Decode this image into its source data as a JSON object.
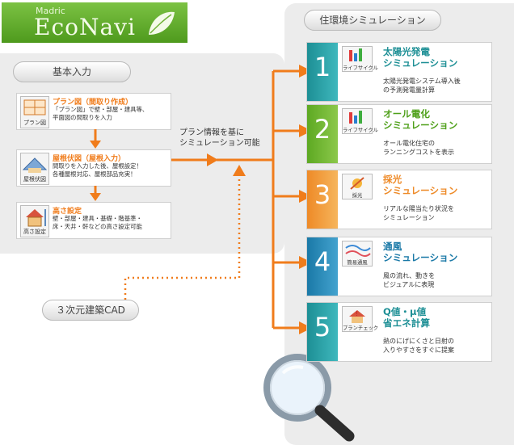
{
  "logo": {
    "brand_top": "Madric",
    "brand_main": "EcoNavi"
  },
  "left_panel": {
    "title": "基本入力",
    "boxes": [
      {
        "icon_caption": "プラン図",
        "title": "プラン図（間取り作成）",
        "lines": [
          "「プラン図」で壁・部屋・建具等、",
          "平面図の間取りを入力"
        ]
      },
      {
        "icon_caption": "屋根伏図",
        "title": "屋根伏図（屋根入力）",
        "lines": [
          "間取りを入力した後、屋根設定！",
          "各種屋根対応、屋根部品充実！"
        ]
      },
      {
        "icon_caption": "高さ設定",
        "title": "高さ設定",
        "lines": [
          "壁・部屋・建具・基礎・階基準・",
          "床・天井・軒などの高さ設定可能"
        ]
      }
    ]
  },
  "middle_label": [
    "プラン情報を基に",
    "シミュレーション可能"
  ],
  "cad_label": "３次元建築CAD",
  "right_panel": {
    "title": "住環境シミュレーション",
    "items": [
      {
        "number": "1",
        "icon_caption": "ライフサイクル",
        "title": [
          "太陽光発電",
          "シミュレーション"
        ],
        "desc": [
          "太陽光発電システム導入後",
          "の予測発電量計算"
        ]
      },
      {
        "number": "2",
        "icon_caption": "ライフサイクル",
        "title": [
          "オール電化",
          "シミュレーション"
        ],
        "desc": [
          "オール電化住宅の",
          "ランニングコストを表示"
        ]
      },
      {
        "number": "3",
        "icon_caption": "採光",
        "title": [
          "採光",
          "シミュレーション"
        ],
        "desc": [
          "リアルな陽当たり状況を",
          "シミュレーション"
        ]
      },
      {
        "number": "4",
        "icon_caption": "簡易通風",
        "title": [
          "通風",
          "シミュレーション"
        ],
        "desc": [
          "風の流れ、動きを",
          "ビジュアルに表現"
        ]
      },
      {
        "number": "5",
        "icon_caption": "プランチェック",
        "title": [
          "Q値・μ値",
          "省エネ計算"
        ],
        "desc": [
          "熱のにげにくさと日射の",
          "入りやすさをすぐに提案"
        ]
      }
    ]
  },
  "colors": {
    "arrow": "#f07c1b",
    "dotted": "#f07c1b",
    "teal": "#1d8f95",
    "green": "#5da922",
    "orange": "#ee8a27",
    "blue": "#1a79a7"
  }
}
